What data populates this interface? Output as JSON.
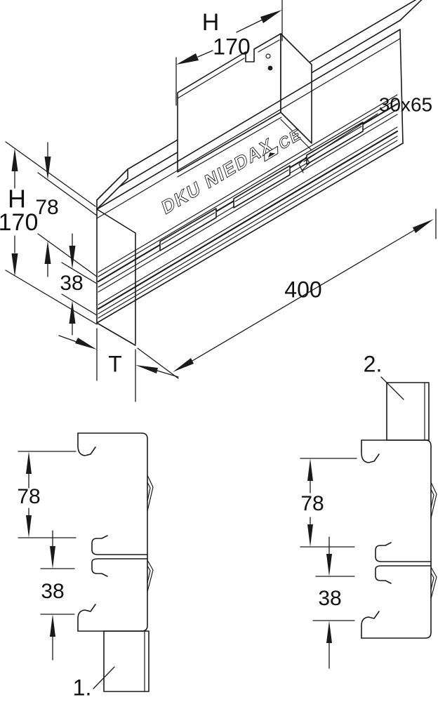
{
  "drawing": {
    "background": "#ffffff",
    "line_color": "#1a1a1a",
    "isometric": {
      "embossed_brand": "DKU NIEDAX",
      "embossed_ce": "CE",
      "dims": {
        "top_height_label": "H",
        "top_width": "170",
        "slot_size": "30x65",
        "left_height_label": "H",
        "left_height": "170",
        "upper_spacing": "78",
        "lower_spacing": "38",
        "length": "400",
        "depth_label": "T"
      }
    },
    "section_left": {
      "upper_spacing": "78",
      "lower_spacing": "38",
      "callout": "1."
    },
    "section_right": {
      "callout": "2.",
      "upper_spacing": "78",
      "lower_spacing": "38"
    }
  }
}
